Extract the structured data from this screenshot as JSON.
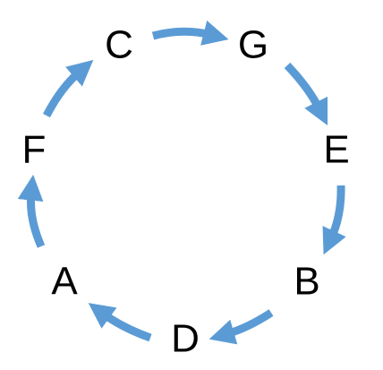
{
  "diagram": {
    "nodes": [
      "C",
      "G",
      "E",
      "B",
      "D",
      "A",
      "F"
    ],
    "edges": [
      {
        "from": "C",
        "to": "G"
      },
      {
        "from": "G",
        "to": "E"
      },
      {
        "from": "E",
        "to": "B"
      },
      {
        "from": "B",
        "to": "D"
      },
      {
        "from": "D",
        "to": "A"
      },
      {
        "from": "A",
        "to": "F"
      },
      {
        "from": "F",
        "to": "C"
      }
    ],
    "arrow_color": "#5B9BD5",
    "text_color": "#000000"
  }
}
